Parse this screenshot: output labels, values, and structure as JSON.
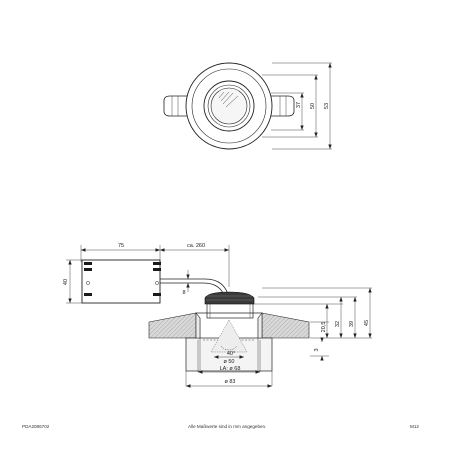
{
  "top_view": {
    "dims": [
      "37",
      "50",
      "53"
    ]
  },
  "side_view": {
    "driver_width": "75",
    "cable_length": "ca. 260",
    "driver_height": "40",
    "cable_gap": "8",
    "heights": [
      "20,5",
      "32",
      "39",
      "45"
    ],
    "ceiling_thickness": "3",
    "beam_angle": "40°",
    "beam_diameter": "ø 50",
    "cutout": "LA: ø 68",
    "outer_diameter": "ø 83"
  },
  "footer": {
    "code": "PDA2086702",
    "note": "Alle Maßwerte sind in mm angegeben.",
    "page": "M12"
  },
  "colors": {
    "line": "#222222",
    "body_fill": "#f4f4f4",
    "ceiling_hatch": "#bfbfbf",
    "dark": "#1a1a1a"
  }
}
